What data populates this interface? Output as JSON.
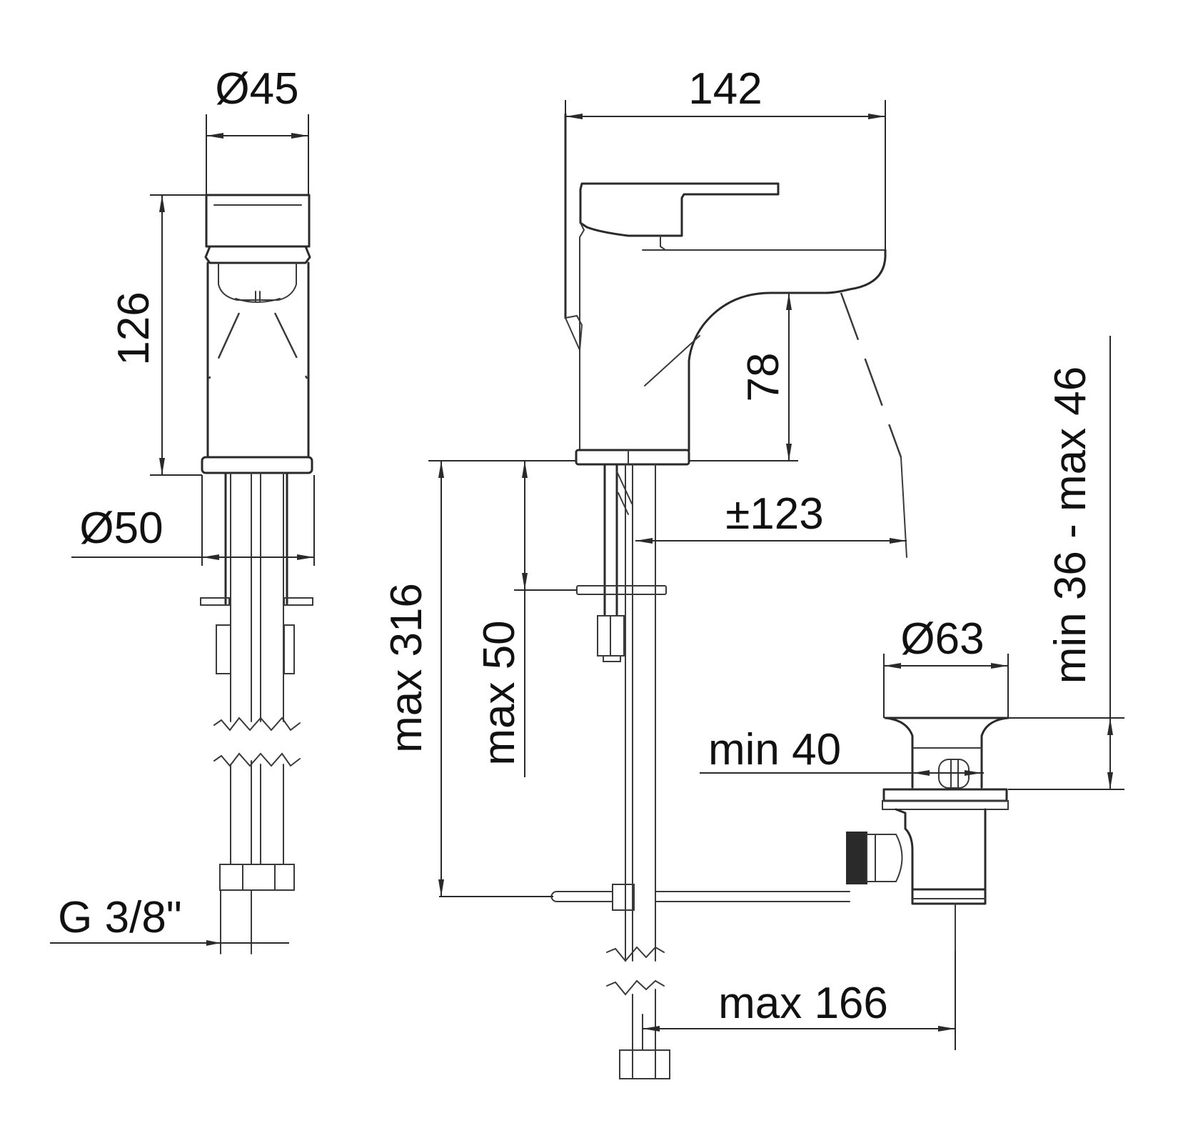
{
  "drawing": {
    "subject": "Single-lever basin mixer with pop-up waste - dimensional drawing",
    "views": [
      "side view (left)",
      "front profile view (center)",
      "pop-up waste assembly (right)"
    ],
    "units": "mm",
    "line_color": "#2a2a2a",
    "background": "#ffffff"
  },
  "dimensions": {
    "body_diameter": "Ø45",
    "base_diameter": "Ø50",
    "height": "126",
    "hose_connection": "G 3/8\"",
    "total_length": "142",
    "spout_height": "78",
    "lever_swing": "±123",
    "max_hose_length": "max 316",
    "max_deck_thickness": "max 50",
    "waste_diameter": "Ø63",
    "waste_hole_min": "min 40",
    "waste_thickness": "min 36 - max 46",
    "rod_max_distance": "max 166"
  }
}
